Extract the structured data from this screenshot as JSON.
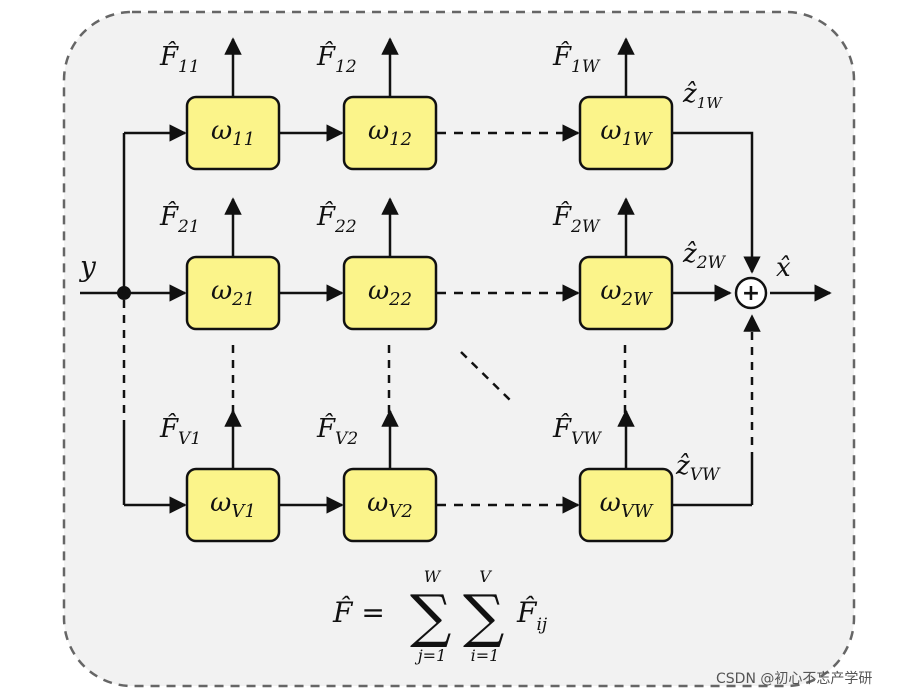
{
  "input_label": "y",
  "output_label": "x̂",
  "sum_symbol": "+",
  "formula": {
    "lhs": "F̂ =",
    "sum1": {
      "upper": "W",
      "lower": "j=1"
    },
    "sum2": {
      "upper": "V",
      "lower": "i=1"
    },
    "term": "F̂",
    "term_sub": "ij"
  },
  "blocks": [
    {
      "id": "11",
      "omega": "ω",
      "sub": "11",
      "f": "F̂",
      "fsub": "11"
    },
    {
      "id": "12",
      "omega": "ω",
      "sub": "12",
      "f": "F̂",
      "fsub": "12"
    },
    {
      "id": "1W",
      "omega": "ω",
      "sub": "1W",
      "f": "F̂",
      "fsub": "1W"
    },
    {
      "id": "21",
      "omega": "ω",
      "sub": "21",
      "f": "F̂",
      "fsub": "21"
    },
    {
      "id": "22",
      "omega": "ω",
      "sub": "22",
      "f": "F̂",
      "fsub": "22"
    },
    {
      "id": "2W",
      "omega": "ω",
      "sub": "2W",
      "f": "F̂",
      "fsub": "2W"
    },
    {
      "id": "V1",
      "omega": "ω",
      "sub": "V1",
      "f": "F̂",
      "fsub": "V1"
    },
    {
      "id": "V2",
      "omega": "ω",
      "sub": "V2",
      "f": "F̂",
      "fsub": "V2"
    },
    {
      "id": "VW",
      "omega": "ω",
      "sub": "VW",
      "f": "F̂",
      "fsub": "VW"
    }
  ],
  "z_labels": [
    {
      "z": "ẑ",
      "sub": "1W"
    },
    {
      "z": "ẑ",
      "sub": "2W"
    },
    {
      "z": "ẑ",
      "sub": "VW"
    }
  ],
  "watermark": "CSDN @初心不忘产学研",
  "colors": {
    "block_fill": "#fbf48a",
    "panel": "#f2f2f2",
    "border_dash": "#666666"
  }
}
